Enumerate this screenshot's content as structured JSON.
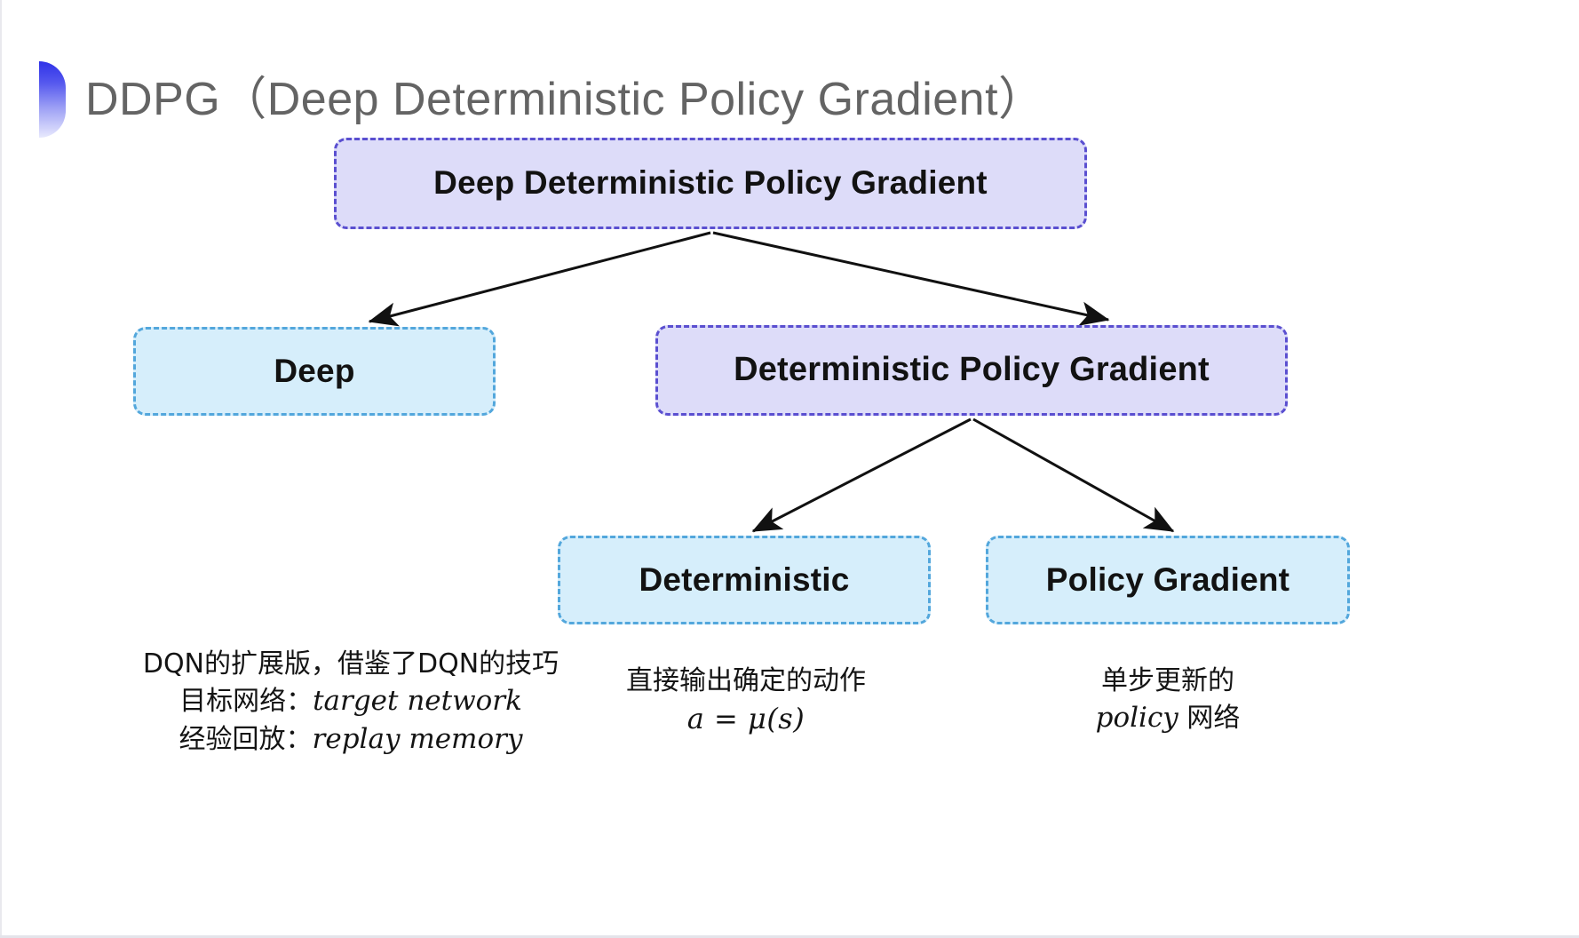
{
  "slide": {
    "title": "DDPG（Deep Deterministic Policy Gradient）",
    "bullet_icon": "half-circle-gradient-icon",
    "background_color": "#ffffff",
    "title_color": "#646464"
  },
  "colors": {
    "purple_fill": "#dddcf9",
    "purple_border": "#5a4fd0",
    "blue_fill": "#d6eefb",
    "blue_border": "#53a7dc",
    "arrow": "#111111",
    "bullet_gradient_from": "#2f32e8",
    "bullet_gradient_to": "#e8e9fd"
  },
  "diagram": {
    "type": "tree",
    "nodes": [
      {
        "id": "root",
        "label": "Deep Deterministic Policy Gradient",
        "style": "purple"
      },
      {
        "id": "deep",
        "label": "Deep",
        "style": "blue"
      },
      {
        "id": "dpg",
        "label": "Deterministic Policy Gradient",
        "style": "purple"
      },
      {
        "id": "det",
        "label": "Deterministic",
        "style": "blue"
      },
      {
        "id": "pg",
        "label": "Policy Gradient",
        "style": "blue"
      }
    ],
    "edges": [
      {
        "from": "root",
        "to": "deep"
      },
      {
        "from": "root",
        "to": "dpg"
      },
      {
        "from": "dpg",
        "to": "det"
      },
      {
        "from": "dpg",
        "to": "pg"
      }
    ]
  },
  "captions": {
    "deep": {
      "line1": "DQN的扩展版，借鉴了DQN的技巧",
      "line2_label": "目标网络：",
      "line2_value": "target network",
      "line3_label": "经验回放：",
      "line3_value": "replay memory"
    },
    "deterministic": {
      "line1": "直接输出确定的动作",
      "formula": "a = μ(s)"
    },
    "policy_gradient": {
      "line1": "单步更新的",
      "line2_value": "policy",
      "line2_suffix": " 网络"
    }
  }
}
